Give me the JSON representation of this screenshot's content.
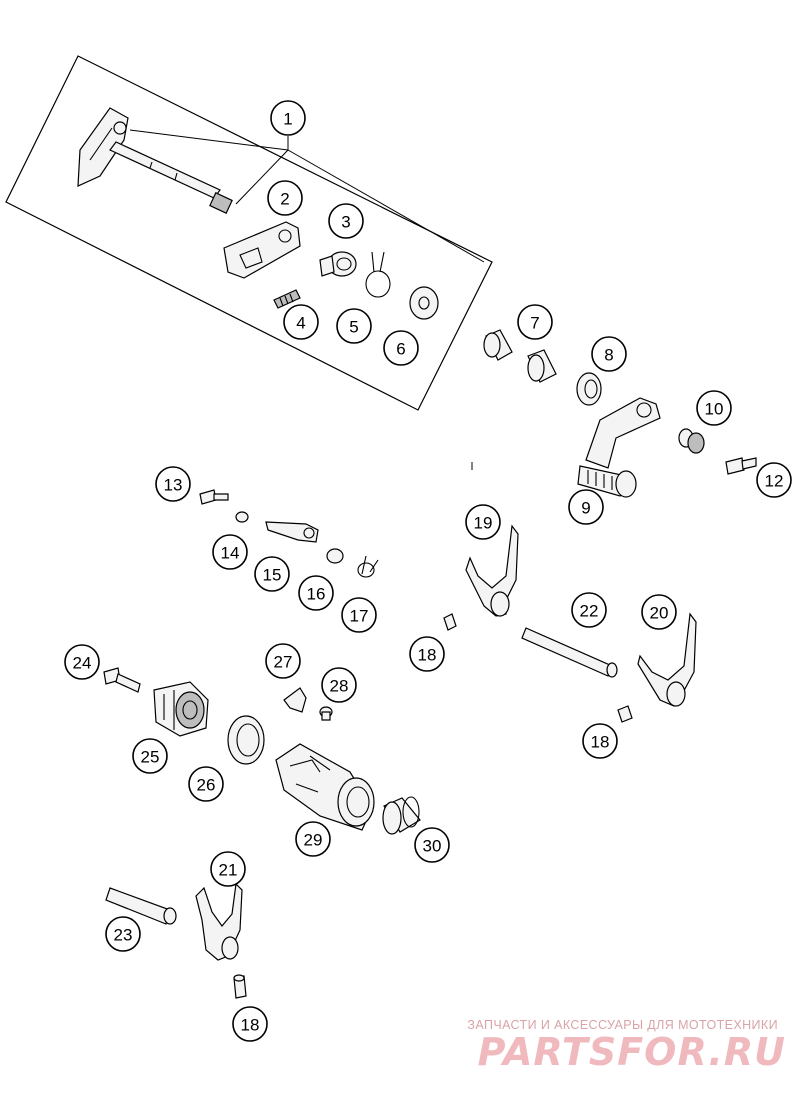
{
  "callouts": {
    "c1": "1",
    "c2": "2",
    "c3": "3",
    "c4": "4",
    "c5": "5",
    "c6": "6",
    "c7": "7",
    "c8": "8",
    "c9": "9",
    "c10": "10",
    "c11": "12",
    "c12": "13",
    "c13": "14",
    "c14": "15",
    "c15": "16",
    "c16": "17",
    "c17": "19",
    "c18": "18",
    "c19": "22",
    "c20": "20",
    "c21": "18",
    "c22": "24",
    "c23": "27",
    "c24": "28",
    "c25": "25",
    "c26": "26",
    "c27": "29",
    "c28": "30",
    "c29": "21",
    "c30": "23",
    "c31": "18"
  },
  "watermark": {
    "tagline": "ЗАПЧАСТИ И АКСЕССУАРЫ ДЛЯ МОТОТЕХНИКИ",
    "logo": "PARTSFOR.RU",
    "colors": {
      "tagline": "#d9a3a7",
      "logo": "#f0b9be"
    }
  }
}
